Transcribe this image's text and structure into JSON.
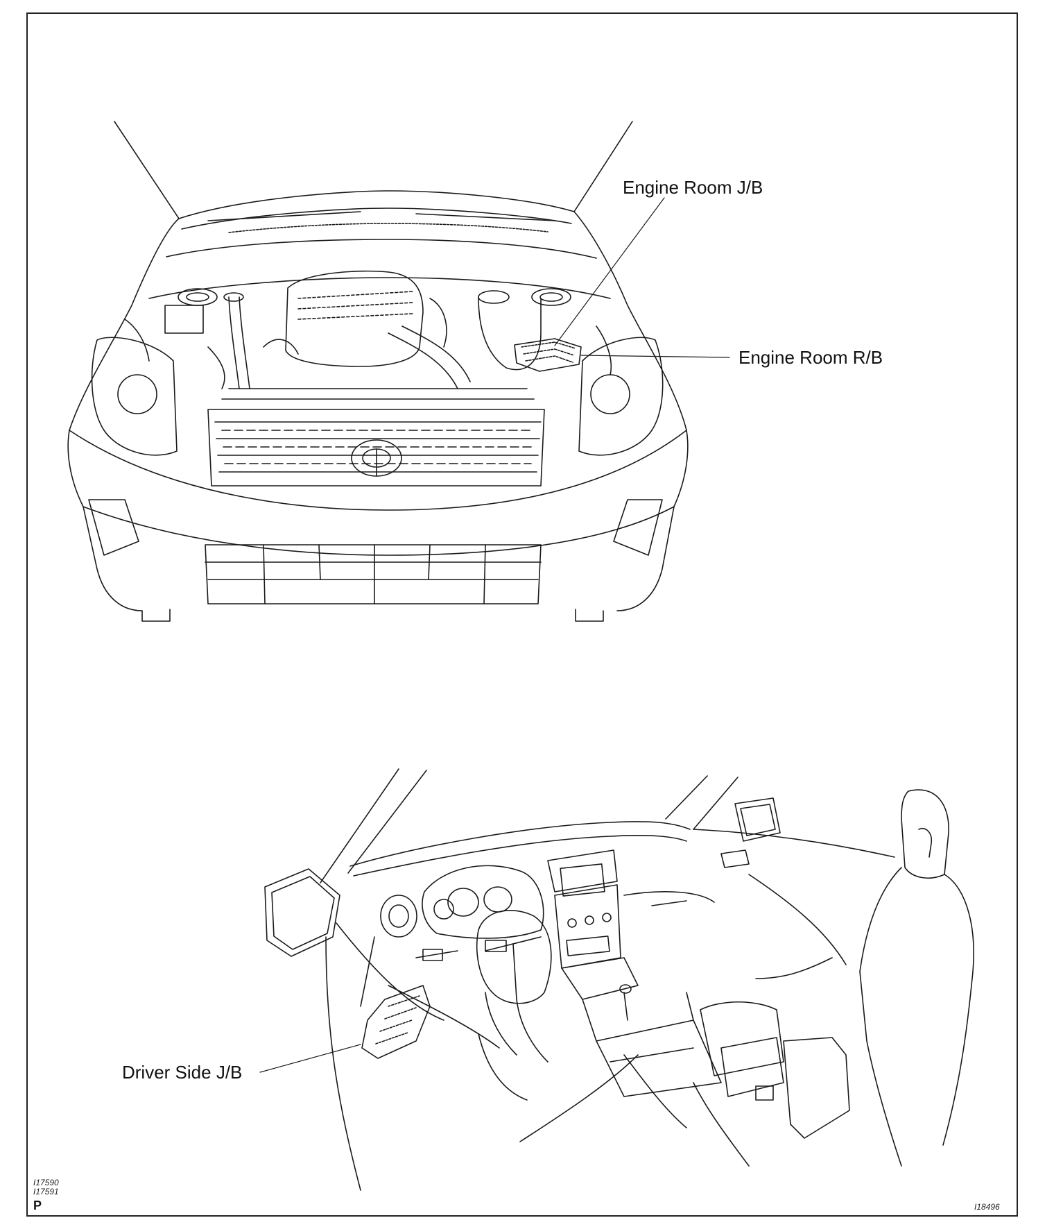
{
  "callouts": {
    "engine_room_jb": "Engine Room J/B",
    "engine_room_rb": "Engine Room R/B",
    "driver_side_jb": "Driver Side J/B"
  },
  "figure_refs": {
    "ref_1": "I17590",
    "ref_2": "I17591",
    "page_marker": "P",
    "figure_id": "I18496"
  },
  "illustrations": [
    {
      "name": "front-engine-bay-view"
    },
    {
      "name": "driver-side-interior-view"
    }
  ]
}
